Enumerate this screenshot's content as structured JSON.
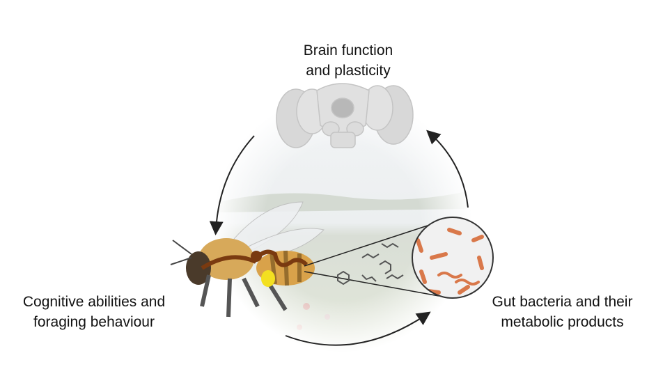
{
  "labels": {
    "brain": [
      "Brain function",
      "and plasticity"
    ],
    "cognition": [
      "Cognitive abilities and",
      "foraging behaviour"
    ],
    "gut": [
      "Gut bacteria and their",
      "metabolic products"
    ]
  },
  "colors": {
    "arrow": "#222222",
    "bee_body": "#d9a24a",
    "gut_tube": "#7a3a10",
    "bacteria": "#d9784a",
    "brain": "#d6d6d6"
  }
}
